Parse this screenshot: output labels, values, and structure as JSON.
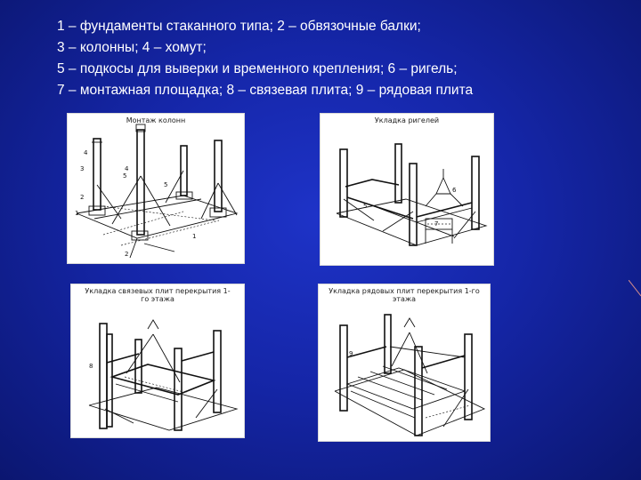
{
  "legend": {
    "line1": "1 – фундаменты стаканного типа; 2 – обвязочные балки;",
    "line2": "3 – колонны; 4 – хомут;",
    "line3": "5 – подкосы для выверки и временного крепления; 6 – ригель;",
    "line4": "7 – монтажная площадка; 8 – связевая плита; 9 – рядовая плита"
  },
  "panels": {
    "p1": {
      "caption": "Монтаж колонн",
      "labels": [
        "4",
        "3",
        "2",
        "1",
        "5",
        "4",
        "5",
        "1",
        "2"
      ]
    },
    "p2": {
      "caption": "Укладка ригелей",
      "labels": [
        "5",
        "6",
        "7"
      ]
    },
    "p3": {
      "caption": "Укладка связевых плит перекрытия 1-го этажа",
      "labels": [
        "8"
      ]
    },
    "p4": {
      "caption": "Укладка рядовых плит перекрытия 1-го этажа",
      "labels": [
        "9"
      ]
    }
  }
}
